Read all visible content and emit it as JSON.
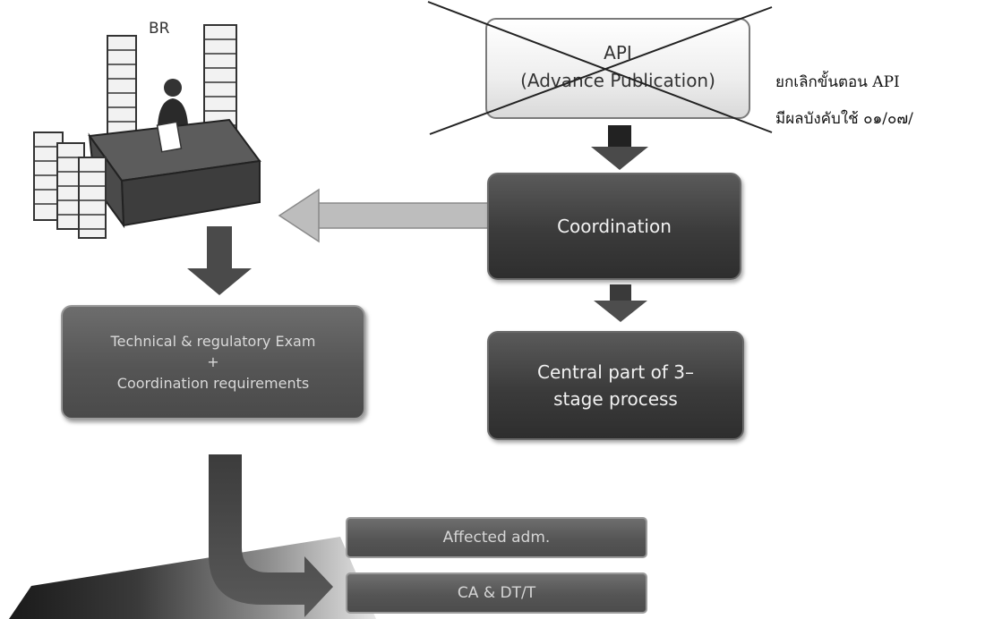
{
  "br": {
    "label": "BR"
  },
  "api": {
    "line1": "API",
    "line2": "(Advance Publication)"
  },
  "note": {
    "line1": "ยกเลิกขั้นตอน API",
    "line2": "มีผลบังคับใช้ ๐๑/๐๗/"
  },
  "coordination": {
    "label": "Coordination"
  },
  "central": {
    "line1": "Central part of 3–",
    "line2": "stage process"
  },
  "technical": {
    "line1": "Technical & regulatory Exam",
    "line2": "+",
    "line3": "Coordination requirements"
  },
  "affected": {
    "label": "Affected adm."
  },
  "ca": {
    "label": "CA & DT/T"
  }
}
